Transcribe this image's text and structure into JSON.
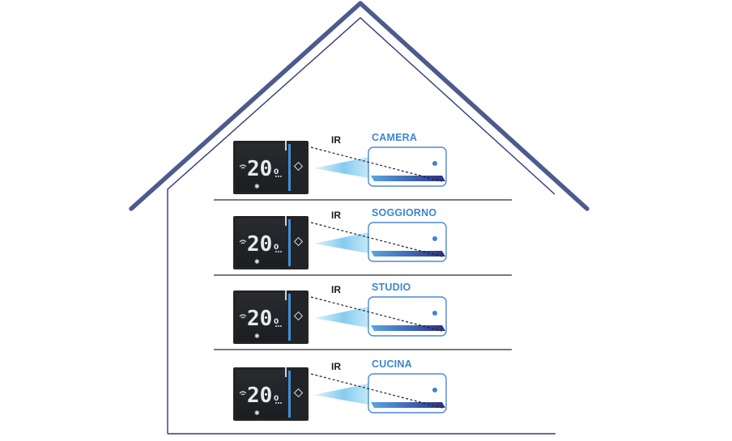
{
  "ir_label": "IR",
  "rooms": [
    {
      "name": "CAMERA",
      "temperature": "20",
      "decimal": "0"
    },
    {
      "name": "SOGGIORNO",
      "temperature": "20",
      "decimal": "0"
    },
    {
      "name": "STUDIO",
      "temperature": "20",
      "decimal": "0"
    },
    {
      "name": "CUCINA",
      "temperature": "20",
      "decimal": "0"
    }
  ],
  "colors": {
    "roof": "#4e5a8e",
    "house_outline": "#2f3a78",
    "floor_divider": "#2b2b2b",
    "room_label": "#3f86cc",
    "thermostat_body": "#222326",
    "thermostat_accent": "#3f8fd8",
    "ir_beam": "#7ec9ee",
    "ac_outline": "#4a8ad0",
    "ac_louver_start": "#2c2f7a",
    "ac_louver_end": "#58a6e0",
    "ac_led": "#3a86d6"
  }
}
